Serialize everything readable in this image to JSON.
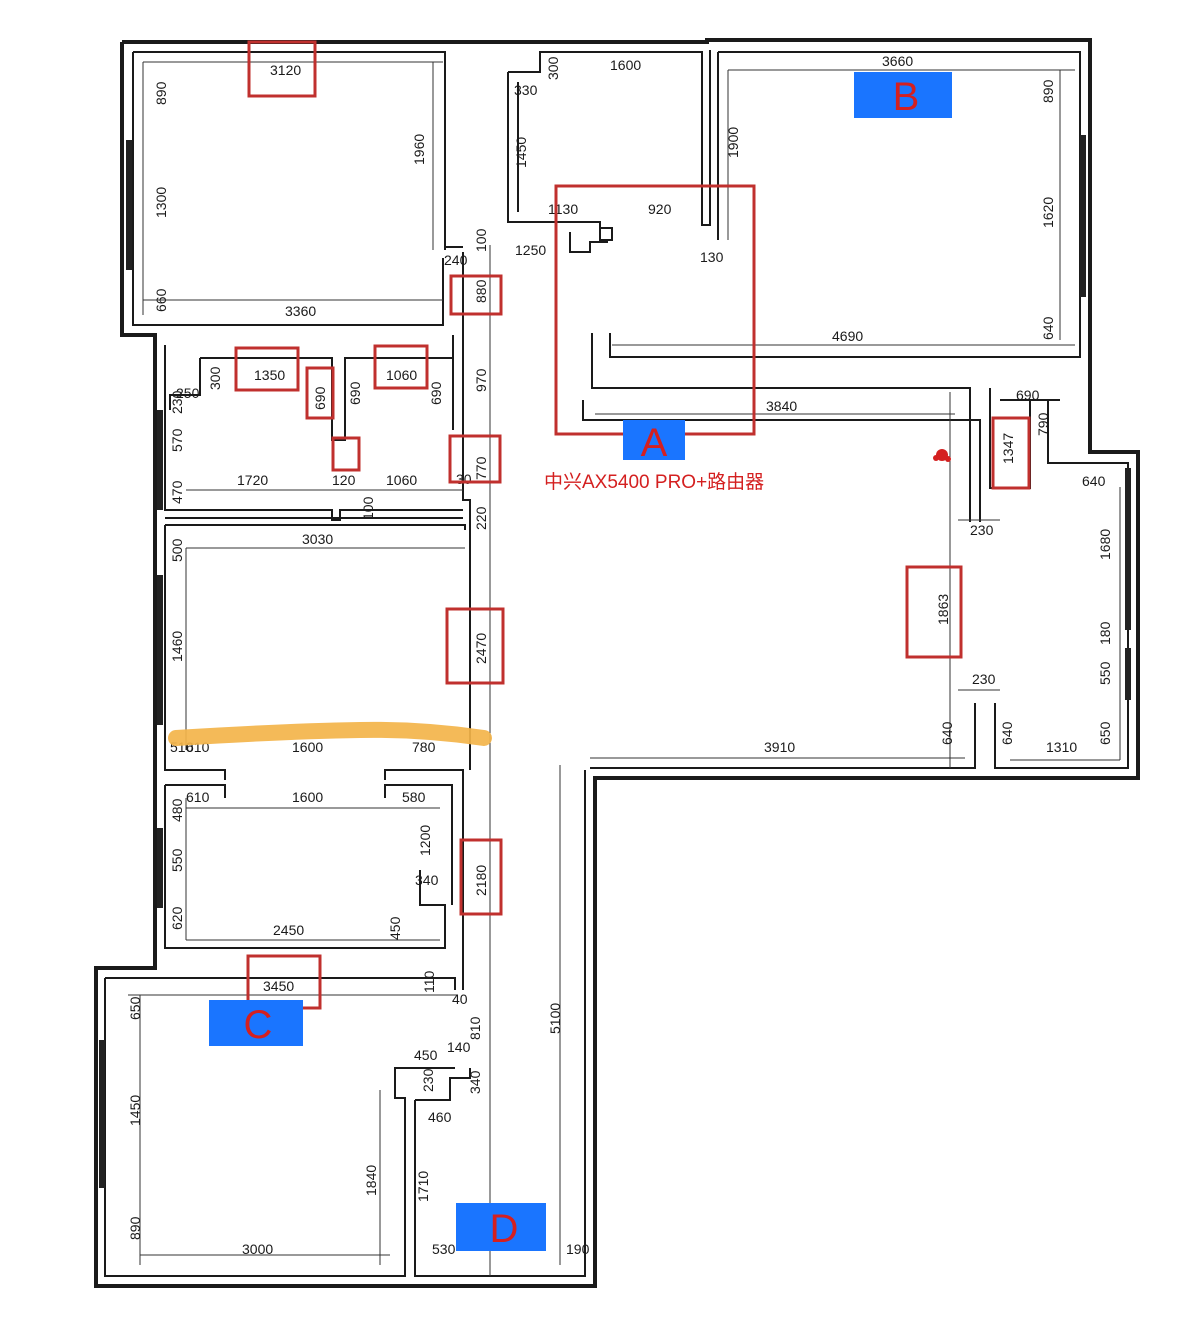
{
  "labels": {
    "router": "中兴AX5400 PRO+路由器",
    "tag_a": "A",
    "tag_b": "B",
    "tag_c": "C",
    "tag_d": "D"
  },
  "colors": {
    "wall": "#1a1a1a",
    "highlight_box": "#c0302e",
    "tag_background": "#1a75ff",
    "tag_letter": "#d42020",
    "marker": "#f3b44a"
  },
  "dims": {
    "d3120": "3120",
    "d890a": "890",
    "d1300": "1300",
    "d660": "660",
    "d1960": "1960",
    "d3360": "3360",
    "d300a": "300",
    "d1600a": "1600",
    "d330": "330",
    "d1450a": "1450",
    "d1130": "1130",
    "d920": "920",
    "d1250": "1250",
    "d100": "100",
    "d240": "240",
    "d130": "130",
    "d880": "880",
    "d3660": "3660",
    "d1900": "1900",
    "d890b": "890",
    "d1620": "1620",
    "d640a": "640",
    "d4690": "4690",
    "d1350": "1350",
    "d1060a": "1060",
    "d300b": "300",
    "d250": "250",
    "d230a": "230",
    "d690a": "690",
    "d690b": "690",
    "d690c": "690",
    "d570": "570",
    "d470": "470",
    "d1720": "1720",
    "d120": "120",
    "d1060b": "1060",
    "d100b": "100",
    "d970": "970",
    "d770": "770",
    "d30": "30",
    "d220": "220",
    "d3840": "3840",
    "d690d": "690",
    "d790": "790",
    "d1347": "1347",
    "d640b": "640",
    "d230b": "230",
    "d1680": "1680",
    "d1863": "1863",
    "d180": "180",
    "d550a": "550",
    "d230c": "230",
    "d640c": "640",
    "d640d": "640",
    "d650a": "650",
    "d1310": "1310",
    "d3910": "3910",
    "d3030": "3030",
    "d500": "500",
    "d1460": "1460",
    "d2470": "2470",
    "d510": "510",
    "d610a": "610",
    "d1600b": "1600",
    "d780": "780",
    "d610b": "610",
    "d1600c": "1600",
    "d580": "580",
    "d480": "480",
    "d550b": "550",
    "d1200": "1200",
    "d340a": "340",
    "d620": "620",
    "d2450": "2450",
    "d450a": "450",
    "d2180": "2180",
    "d3450": "3450",
    "d110": "110",
    "d40": "40",
    "d650b": "650",
    "d810": "810",
    "d450b": "450",
    "d140": "140",
    "d230d": "230",
    "d340b": "340",
    "d460": "460",
    "d1450b": "1450",
    "d1840": "1840",
    "d1710": "1710",
    "d5100": "5100",
    "d890c": "890",
    "d3000": "3000",
    "d530": "530",
    "d190": "190"
  }
}
